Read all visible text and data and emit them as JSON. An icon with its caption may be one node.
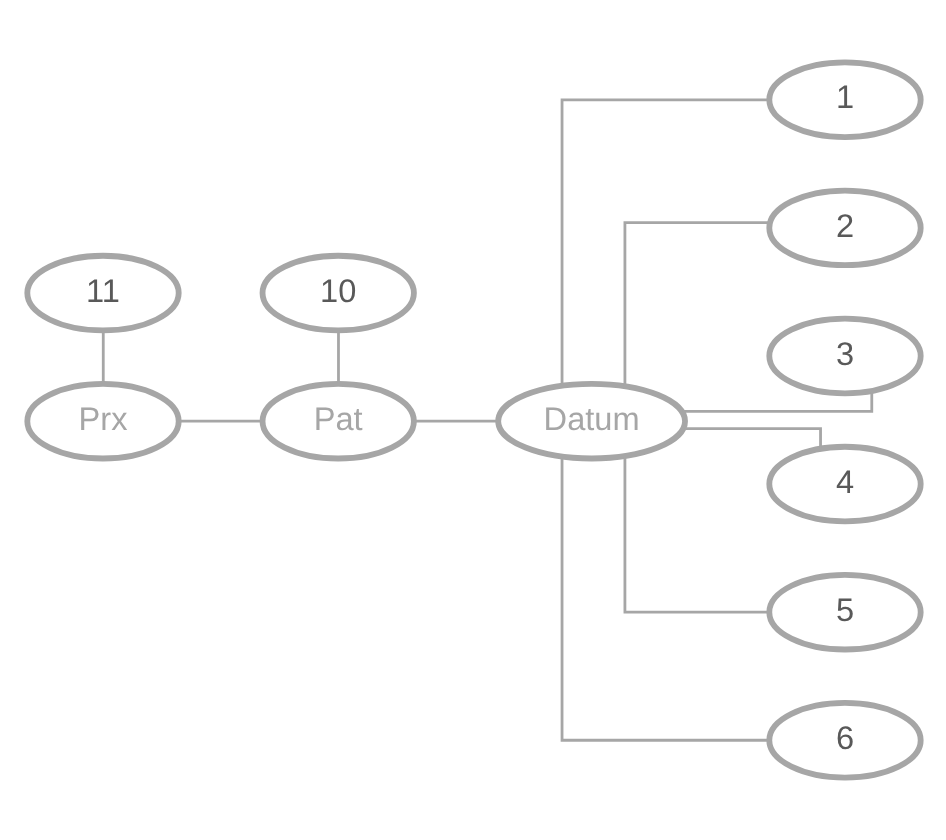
{
  "diagram": {
    "nodes": [
      {
        "text": [
          "11"
        ]
      },
      {
        "text": [
          "10"
        ]
      },
      {
        "text": [
          "Prx"
        ]
      },
      {
        "text": [
          "Pat"
        ]
      },
      {
        "text": [
          "Datum"
        ]
      },
      {
        "text": [
          "1"
        ]
      },
      {
        "text": [
          "2"
        ]
      },
      {
        "text": [
          "3"
        ]
      },
      {
        "text": [
          "4"
        ]
      },
      {
        "text": [
          "5"
        ]
      },
      {
        "text": [
          "6"
        ]
      }
    ],
    "edges": [
      {
        "from": 0,
        "to": 2,
        "arrow": "none"
      },
      {
        "from": 1,
        "to": 3,
        "arrow": "none"
      },
      {
        "from": 2,
        "to": 3,
        "arrow": "none"
      },
      {
        "from": 3,
        "to": 4,
        "arrow": "none"
      },
      {
        "from": 4,
        "to": 5,
        "arrow": "none"
      },
      {
        "from": 4,
        "to": 6,
        "arrow": "none"
      },
      {
        "from": 4,
        "to": 7,
        "arrow": "none"
      },
      {
        "from": 4,
        "to": 8,
        "arrow": "none"
      },
      {
        "from": 4,
        "to": 9,
        "arrow": "none"
      },
      {
        "from": 4,
        "to": 10,
        "arrow": "none"
      }
    ]
  }
}
